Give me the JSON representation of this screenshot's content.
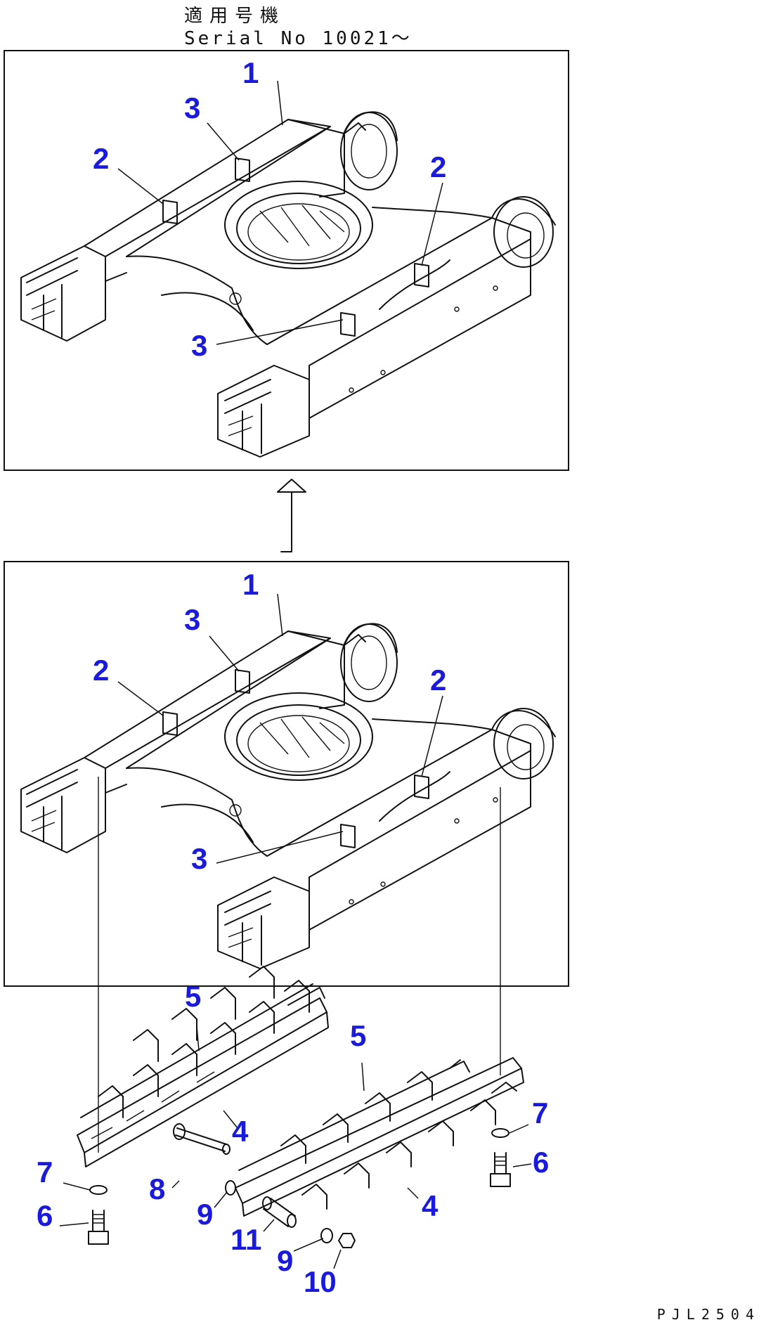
{
  "header": {
    "applicable_jp": "適用号機",
    "serial": "Serial No 10021〜"
  },
  "drawing_code": "PJL2504",
  "upper_view": {
    "callouts": [
      "1",
      "2",
      "3",
      "2",
      "3"
    ]
  },
  "lower_view": {
    "callouts": [
      "1",
      "3",
      "2",
      "2",
      "3"
    ]
  },
  "parts": {
    "callouts": [
      "5",
      "5",
      "4",
      "4",
      "7",
      "7",
      "6",
      "6",
      "8",
      "9",
      "11",
      "9",
      "10"
    ]
  },
  "colors": {
    "callout": "#1a1adc",
    "line": "#111111",
    "background": "#ffffff"
  }
}
